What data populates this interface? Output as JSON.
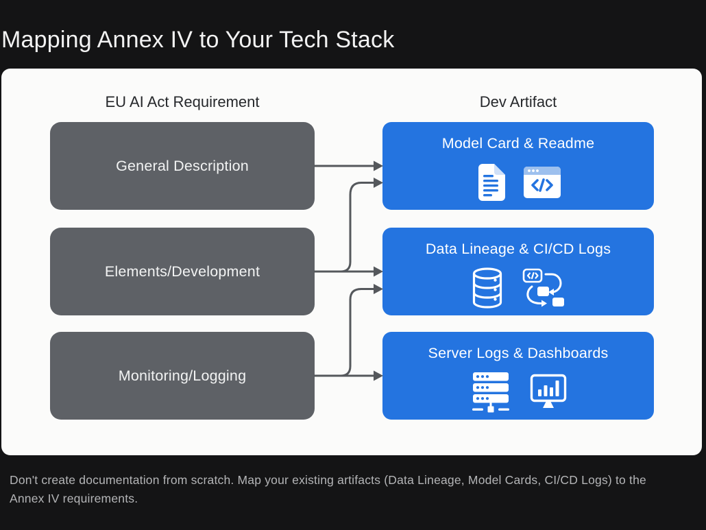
{
  "slide": {
    "title": "Mapping Annex IV to Your Tech Stack"
  },
  "columns": {
    "left_header": "EU AI Act Requirement",
    "right_header": "Dev Artifact"
  },
  "requirements": [
    {
      "label": "General Description"
    },
    {
      "label": "Elements/Development"
    },
    {
      "label": "Monitoring/Logging"
    }
  ],
  "artifacts": [
    {
      "label": "Model Card & Readme",
      "icons": [
        "document-icon",
        "code-window-icon"
      ]
    },
    {
      "label": "Data Lineage & CI/CD Logs",
      "icons": [
        "database-icon",
        "cicd-pipeline-icon"
      ]
    },
    {
      "label": "Server Logs & Dashboards",
      "icons": [
        "server-rack-icon",
        "dashboard-icon"
      ]
    }
  ],
  "connections": [
    {
      "from_requirement": "General Description",
      "to_artifact": "Model Card & Readme"
    },
    {
      "from_requirement": "Elements/Development",
      "to_artifact": "Model Card & Readme"
    },
    {
      "from_requirement": "Elements/Development",
      "to_artifact": "Data Lineage & CI/CD Logs"
    },
    {
      "from_requirement": "Monitoring/Logging",
      "to_artifact": "Data Lineage & CI/CD Logs"
    },
    {
      "from_requirement": "Monitoring/Logging",
      "to_artifact": "Server Logs & Dashboards"
    }
  ],
  "caption": {
    "line1": "Don't create documentation from scratch. Map your existing artifacts (Data Lineage, Model Cards, CI/CD Logs) to the",
    "line2": "Annex IV requirements."
  },
  "colors": {
    "background": "#141415",
    "panel": "#fbfbfa",
    "requirement_box": "#5e6166",
    "artifact_box": "#2474e0",
    "arrow": "#55585c",
    "title_text": "#f2f2f2",
    "header_text": "#26282b",
    "caption_text": "#b4b5b7"
  }
}
